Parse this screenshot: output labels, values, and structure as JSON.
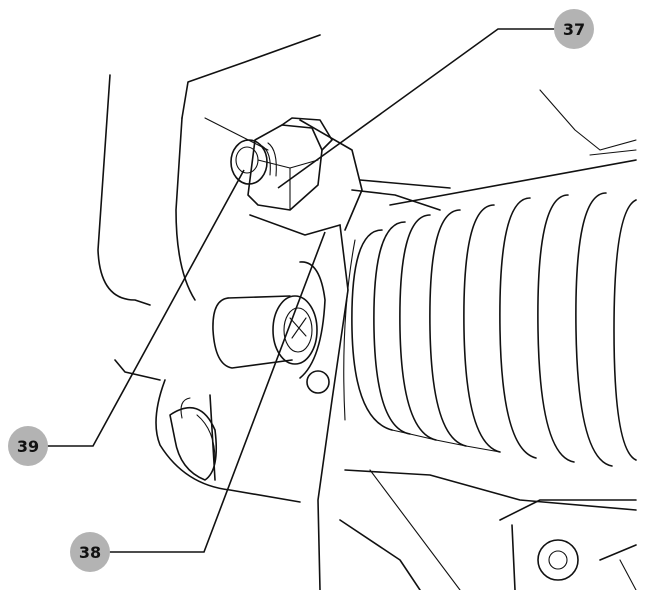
{
  "callouts": [
    {
      "id": "37",
      "label": "37"
    },
    {
      "id": "38",
      "label": "38"
    },
    {
      "id": "39",
      "label": "39"
    }
  ],
  "colors": {
    "badge": "#b3b3b3",
    "line": "#111111",
    "background": "#ffffff"
  }
}
